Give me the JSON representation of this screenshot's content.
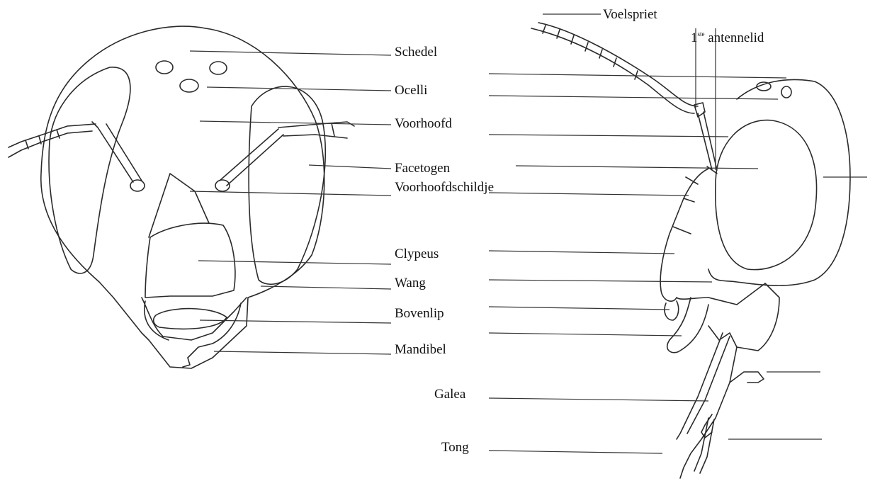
{
  "labels": {
    "voelspriet": "Voelspriet",
    "antennelid_num": "1",
    "antennelid_sup": "ste",
    "antennelid": "antennelid",
    "schedel": "Schedel",
    "ocelli": "Ocelli",
    "voorhoofd": "Voorhoofd",
    "facetogen": "Facetogen",
    "voorhoofdschildje": "Voorhoofdschildje",
    "clypeus": "Clypeus",
    "wang": "Wang",
    "bovenlip": "Bovenlip",
    "mandibel": "Mandibel",
    "galea": "Galea",
    "tong": "Tong"
  }
}
